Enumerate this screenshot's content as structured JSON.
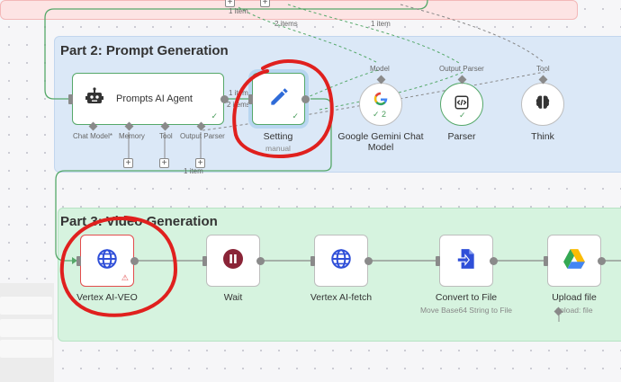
{
  "top": {
    "item_label_1": "1 item",
    "items_label_2": "2 items",
    "item_label_3": "1 item"
  },
  "part2": {
    "title": "Part 2: Prompt Generation",
    "agent": {
      "label": "Prompts AI Agent",
      "ports": [
        "Chat Model*",
        "Memory",
        "Tool",
        "Output Parser"
      ]
    },
    "conn_agent_setting": [
      "1 item",
      "2 items"
    ],
    "setting": {
      "label": "Setting",
      "sub": "manual"
    },
    "gemini": {
      "label_line1": "Google Gemini Chat",
      "label_line2": "Model",
      "badge": "2",
      "port": "Model"
    },
    "parser": {
      "label": "Parser",
      "port": "Output Parser"
    },
    "think": {
      "label": "Think",
      "port": "Tool"
    },
    "loop_label": "1 item"
  },
  "part3": {
    "title": "Part 3: Video Generation",
    "nodes": [
      {
        "label": "Vertex AI-VEO",
        "sub": ""
      },
      {
        "label": "Wait",
        "sub": ""
      },
      {
        "label": "Vertex AI-fetch",
        "sub": ""
      },
      {
        "label": "Convert to File",
        "sub": "Move Base64 String to File"
      },
      {
        "label": "Upload file",
        "sub": "upload: file"
      }
    ]
  },
  "icons": [
    "robot-icon",
    "pencil-icon",
    "google-icon",
    "code-icon",
    "brain-icon",
    "globe-icon",
    "pause-icon",
    "file-convert-icon",
    "drive-icon",
    "warning-icon"
  ],
  "colors": {
    "annotation_red": "#e0201e",
    "success_green": "#55a869",
    "pencil_blue": "#2f6bd8",
    "wait_maroon": "#8a2437"
  }
}
